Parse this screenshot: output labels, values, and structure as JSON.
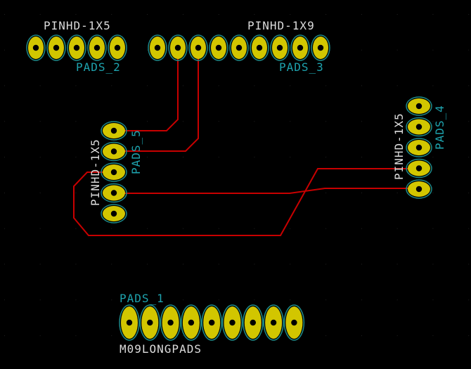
{
  "colors": {
    "background": "#000000",
    "pad_fill": "#d2c600",
    "pad_outline": "#1e8a8a",
    "drill_hole": "#000000",
    "track": "#c80000",
    "silkscreen": "#dcdcdc",
    "label": "#1ea3ae",
    "grid_dot": "#444444"
  },
  "footprints": {
    "pinhd_1x5_top": {
      "value": "PINHD-1X5",
      "reference": "PADS_2",
      "pin_count": 5
    },
    "pinhd_1x9_top": {
      "value": "PINHD-1X9",
      "reference": "PADS_3",
      "pin_count": 9
    },
    "pinhd_1x5_left": {
      "value": "PINHD-1X5",
      "reference": "PADS_5",
      "pin_count": 5
    },
    "pinhd_1x5_right": {
      "value": "PINHD-1X5",
      "reference": "PADS_4",
      "pin_count": 5
    },
    "m09longpads": {
      "value": "M09LONGPADS",
      "reference": "PADS_1",
      "pin_count": 9
    }
  },
  "tracks": [
    {
      "net": "pads3-pin2-to-pads5-pin1"
    },
    {
      "net": "pads3-pin3-to-pads5-pin2"
    },
    {
      "net": "pads5-pin3-to-pads4-pin4"
    },
    {
      "net": "pads5-pin4-to-pads4-pin5"
    }
  ]
}
